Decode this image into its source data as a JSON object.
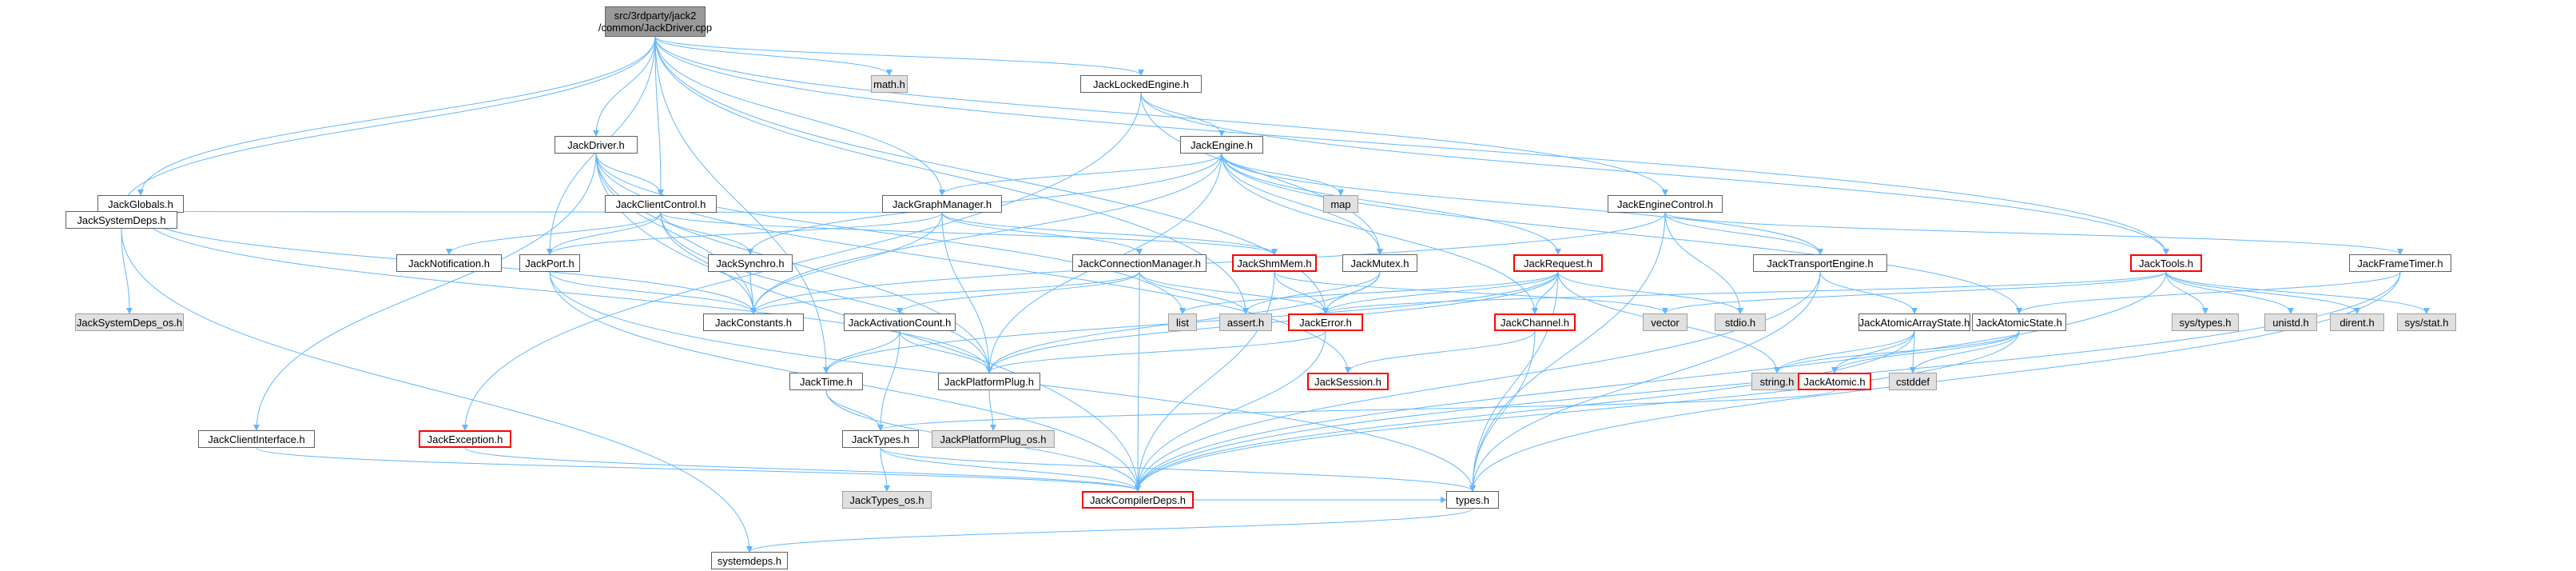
{
  "nodes": [
    {
      "id": "root",
      "label": "src/3rdparty/jack2\n/common/JackDriver.cpp",
      "kind": "root"
    },
    {
      "id": "math",
      "label": "math.h",
      "kind": "sys"
    },
    {
      "id": "lockedengine",
      "label": "JackLockedEngine.h",
      "kind": "normal"
    },
    {
      "id": "driverh",
      "label": "JackDriver.h",
      "kind": "normal"
    },
    {
      "id": "engine",
      "label": "JackEngine.h",
      "kind": "normal"
    },
    {
      "id": "globals",
      "label": "JackGlobals.h",
      "kind": "normal"
    },
    {
      "id": "clientcontrol",
      "label": "JackClientControl.h",
      "kind": "normal"
    },
    {
      "id": "graphmanager",
      "label": "JackGraphManager.h",
      "kind": "normal"
    },
    {
      "id": "map",
      "label": "map",
      "kind": "sys"
    },
    {
      "id": "enginecontrol",
      "label": "JackEngineControl.h",
      "kind": "normal"
    },
    {
      "id": "systemdeps",
      "label": "JackSystemDeps.h",
      "kind": "normal"
    },
    {
      "id": "notification",
      "label": "JackNotification.h",
      "kind": "normal"
    },
    {
      "id": "port",
      "label": "JackPort.h",
      "kind": "normal"
    },
    {
      "id": "synchro",
      "label": "JackSynchro.h",
      "kind": "normal"
    },
    {
      "id": "connmanager",
      "label": "JackConnectionManager.h",
      "kind": "normal"
    },
    {
      "id": "shmmem",
      "label": "JackShmMem.h",
      "kind": "red"
    },
    {
      "id": "mutex",
      "label": "JackMutex.h",
      "kind": "normal"
    },
    {
      "id": "request",
      "label": "JackRequest.h",
      "kind": "red"
    },
    {
      "id": "transport",
      "label": "JackTransportEngine.h",
      "kind": "normal"
    },
    {
      "id": "tools",
      "label": "JackTools.h",
      "kind": "red"
    },
    {
      "id": "frametimer",
      "label": "JackFrameTimer.h",
      "kind": "normal"
    },
    {
      "id": "systemdeps_os",
      "label": "JackSystemDeps_os.h",
      "kind": "sys"
    },
    {
      "id": "constants",
      "label": "JackConstants.h",
      "kind": "normal"
    },
    {
      "id": "activation",
      "label": "JackActivationCount.h",
      "kind": "normal"
    },
    {
      "id": "list",
      "label": "list",
      "kind": "sys"
    },
    {
      "id": "assert",
      "label": "assert.h",
      "kind": "sys"
    },
    {
      "id": "error",
      "label": "JackError.h",
      "kind": "red"
    },
    {
      "id": "channel",
      "label": "JackChannel.h",
      "kind": "red"
    },
    {
      "id": "vector",
      "label": "vector",
      "kind": "sys"
    },
    {
      "id": "stdio",
      "label": "stdio.h",
      "kind": "sys"
    },
    {
      "id": "atomicarray",
      "label": "JackAtomicArrayState.h",
      "kind": "normal"
    },
    {
      "id": "atomicstate",
      "label": "JackAtomicState.h",
      "kind": "normal"
    },
    {
      "id": "systypes",
      "label": "sys/types.h",
      "kind": "sys"
    },
    {
      "id": "unistd",
      "label": "unistd.h",
      "kind": "sys"
    },
    {
      "id": "dirent",
      "label": "dirent.h",
      "kind": "sys"
    },
    {
      "id": "sysstat",
      "label": "sys/stat.h",
      "kind": "sys"
    },
    {
      "id": "time",
      "label": "JackTime.h",
      "kind": "normal"
    },
    {
      "id": "platformplug",
      "label": "JackPlatformPlug.h",
      "kind": "normal"
    },
    {
      "id": "session",
      "label": "JackSession.h",
      "kind": "red"
    },
    {
      "id": "string",
      "label": "string.h",
      "kind": "sys"
    },
    {
      "id": "atomic",
      "label": "JackAtomic.h",
      "kind": "red"
    },
    {
      "id": "cstddef",
      "label": "cstddef",
      "kind": "sys"
    },
    {
      "id": "clientinterface",
      "label": "JackClientInterface.h",
      "kind": "normal"
    },
    {
      "id": "exception",
      "label": "JackException.h",
      "kind": "red"
    },
    {
      "id": "types",
      "label": "JackTypes.h",
      "kind": "normal"
    },
    {
      "id": "platformplug_os",
      "label": "JackPlatformPlug_os.h",
      "kind": "sys"
    },
    {
      "id": "types_os",
      "label": "JackTypes_os.h",
      "kind": "sys"
    },
    {
      "id": "compilerdeps",
      "label": "JackCompilerDeps.h",
      "kind": "red"
    },
    {
      "id": "typesh",
      "label": "types.h",
      "kind": "normal"
    },
    {
      "id": "systemdepsh",
      "label": "systemdeps.h",
      "kind": "normal"
    }
  ],
  "edges": [
    [
      "root",
      "math"
    ],
    [
      "root",
      "lockedengine"
    ],
    [
      "root",
      "driverh"
    ],
    [
      "root",
      "globals"
    ],
    [
      "root",
      "clientcontrol"
    ],
    [
      "root",
      "graphmanager"
    ],
    [
      "root",
      "enginecontrol"
    ],
    [
      "root",
      "systemdeps"
    ],
    [
      "root",
      "port"
    ],
    [
      "root",
      "time"
    ],
    [
      "root",
      "error"
    ],
    [
      "root",
      "assert"
    ],
    [
      "root",
      "tools"
    ],
    [
      "lockedengine",
      "engine"
    ],
    [
      "lockedengine",
      "exception"
    ],
    [
      "lockedengine",
      "mutex"
    ],
    [
      "lockedengine",
      "tools"
    ],
    [
      "driverh",
      "clientcontrol"
    ],
    [
      "driverh",
      "constants"
    ],
    [
      "driverh",
      "platformplug"
    ],
    [
      "driverh",
      "clientinterface"
    ],
    [
      "driverh",
      "list"
    ],
    [
      "driverh",
      "compilerdeps"
    ],
    [
      "driverh",
      "session"
    ],
    [
      "engine",
      "graphmanager"
    ],
    [
      "engine",
      "synchro"
    ],
    [
      "engine",
      "mutex"
    ],
    [
      "engine",
      "transport"
    ],
    [
      "engine",
      "platformplug"
    ],
    [
      "engine",
      "request"
    ],
    [
      "engine",
      "channel"
    ],
    [
      "engine",
      "map"
    ],
    [
      "engine",
      "constants"
    ],
    [
      "engine",
      "atomicstate"
    ],
    [
      "globals",
      "systemdeps"
    ],
    [
      "globals",
      "platformplug"
    ],
    [
      "globals",
      "constants"
    ],
    [
      "clientcontrol",
      "port"
    ],
    [
      "clientcontrol",
      "synchro"
    ],
    [
      "clientcontrol",
      "notification"
    ],
    [
      "clientcontrol",
      "constants"
    ],
    [
      "clientcontrol",
      "shmmem"
    ],
    [
      "clientcontrol",
      "platformplug"
    ],
    [
      "graphmanager",
      "port"
    ],
    [
      "graphmanager",
      "connmanager"
    ],
    [
      "graphmanager",
      "shmmem"
    ],
    [
      "graphmanager",
      "systemdeps"
    ],
    [
      "graphmanager",
      "constants"
    ],
    [
      "graphmanager",
      "platformplug"
    ],
    [
      "enginecontrol",
      "transport"
    ],
    [
      "enginecontrol",
      "frametimer"
    ],
    [
      "enginecontrol",
      "constants"
    ],
    [
      "enginecontrol",
      "stdio"
    ],
    [
      "enginecontrol",
      "typesh"
    ],
    [
      "systemdeps",
      "systemdeps_os"
    ],
    [
      "systemdeps",
      "systemdepsh"
    ],
    [
      "port",
      "constants"
    ],
    [
      "port",
      "compilerdeps"
    ],
    [
      "port",
      "typesh"
    ],
    [
      "synchro",
      "constants"
    ],
    [
      "connmanager",
      "activation"
    ],
    [
      "connmanager",
      "constants"
    ],
    [
      "connmanager",
      "assert"
    ],
    [
      "connmanager",
      "error"
    ],
    [
      "connmanager",
      "compilerdeps"
    ],
    [
      "shmmem",
      "error"
    ],
    [
      "shmmem",
      "compilerdeps"
    ],
    [
      "shmmem",
      "vector"
    ],
    [
      "mutex",
      "assert"
    ],
    [
      "mutex",
      "error"
    ],
    [
      "mutex",
      "platformplug"
    ],
    [
      "request",
      "error"
    ],
    [
      "request",
      "channel"
    ],
    [
      "request",
      "stdio"
    ],
    [
      "request",
      "string"
    ],
    [
      "request",
      "platformplug"
    ],
    [
      "request",
      "time"
    ],
    [
      "request",
      "typesh"
    ],
    [
      "request",
      "list"
    ],
    [
      "transport",
      "atomicarray"
    ],
    [
      "transport",
      "compilerdeps"
    ],
    [
      "transport",
      "typesh"
    ],
    [
      "tools",
      "systypes"
    ],
    [
      "tools",
      "unistd"
    ],
    [
      "tools",
      "dirent"
    ],
    [
      "tools",
      "sysstat"
    ],
    [
      "tools",
      "vector"
    ],
    [
      "tools",
      "compilerdeps"
    ],
    [
      "tools",
      "error"
    ],
    [
      "frametimer",
      "atomicstate"
    ],
    [
      "frametimer",
      "compilerdeps"
    ],
    [
      "frametimer",
      "typesh"
    ],
    [
      "activation",
      "platformplug"
    ],
    [
      "activation",
      "time"
    ],
    [
      "activation",
      "types"
    ],
    [
      "error",
      "platformplug"
    ],
    [
      "error",
      "compilerdeps"
    ],
    [
      "channel",
      "session"
    ],
    [
      "channel",
      "typesh"
    ],
    [
      "atomicarray",
      "atomic"
    ],
    [
      "atomicarray",
      "string"
    ],
    [
      "atomicarray",
      "cstddef"
    ],
    [
      "atomicarray",
      "compilerdeps"
    ],
    [
      "atomicstate",
      "atomic"
    ],
    [
      "atomicstate",
      "string"
    ],
    [
      "atomicstate",
      "cstddef"
    ],
    [
      "atomicstate",
      "compilerdeps"
    ],
    [
      "atomic",
      "types"
    ],
    [
      "time",
      "types"
    ],
    [
      "time",
      "compilerdeps"
    ],
    [
      "platformplug",
      "platformplug_os"
    ],
    [
      "clientinterface",
      "compilerdeps"
    ],
    [
      "exception",
      "compilerdeps"
    ],
    [
      "types",
      "types_os"
    ],
    [
      "types",
      "compilerdeps"
    ],
    [
      "types",
      "typesh"
    ],
    [
      "compilerdeps",
      "typesh"
    ],
    [
      "typesh",
      "systemdepsh"
    ]
  ],
  "colors": {
    "edge": "#63b8ff",
    "node_border": "#606060",
    "red_border": "#ff0000",
    "sys_fill": "#e0e0e0",
    "root_fill": "#999999"
  }
}
